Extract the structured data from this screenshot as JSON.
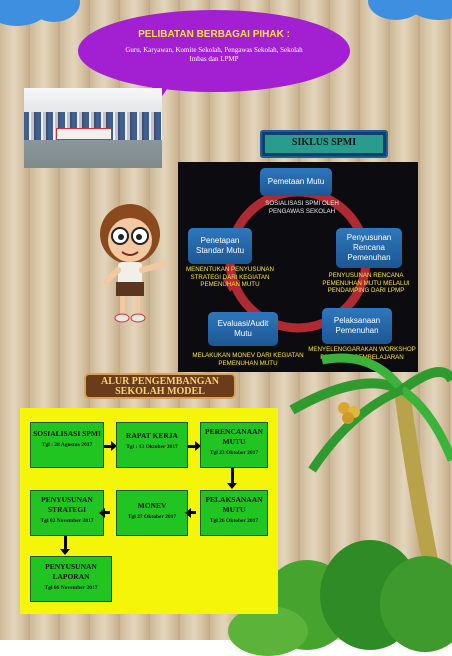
{
  "header": {
    "title": "PELIBATAN BERBAGAI PIHAK :",
    "subtitle": "Guru, Karyawan, Komite Sekolah, Pengawas Sekolah, Sekolah Imbas dan LPMP"
  },
  "siklus": {
    "title": "SIKLUS SPMI",
    "nodes": {
      "pemetaan": "Pemetaan Mutu",
      "penyusunan": "Penyusunan Rencana Pemenuhan",
      "pelaksanaan": "Pelaksanaan Pemenuhan",
      "evaluasi": "Evaluasi/Audit Mutu",
      "penetapan": "Penetapan Standar Mutu"
    },
    "annotations": {
      "pemetaan": "SOSIALISASI SPMI OLEH PENGAWAS SEKOLAH",
      "penyusunan": "PENYUSUNAN RENCANA PEMENUHAN MUTU MELALUI PENDAMPING DARI LPMP",
      "pelaksanaan": "MENYELENGGARAKAN WORKSHOP PENILAIAN PEMBELAJARAN",
      "evaluasi": "MELAKUKAN MONEV DARI KEGIATAN PEMENUHAN MUTU",
      "penetapan": "MENENTUKAN PENYUSUNAN STRATEGI DARI KEGIATAN PEMENUHAN MUTU"
    }
  },
  "alur": {
    "title": "ALUR PENGEMBANGAN SEKOLAH MODEL",
    "steps": [
      {
        "title": "SOSIALISASI SPMI",
        "date": "Tgl : 28 Agustus 2017"
      },
      {
        "title": "RAPAT KERJA",
        "date": "Tgl : 13 Oktober 2017"
      },
      {
        "title": "PERENCANAAN MUTU",
        "date": "Tgl 23 Oktober 2017"
      },
      {
        "title": "PENYUSUNAN STRATEGI",
        "date": "Tgl 02 November 2017"
      },
      {
        "title": "MONEV",
        "date": "Tgl 27 Oktober 2017"
      },
      {
        "title": "PELAKSANAAN MUTU",
        "date": "Tgl 26 Oktober 2017"
      },
      {
        "title": "PENYUSUNAN LAPORAN",
        "date": "Tgl 06 November 2017"
      }
    ]
  },
  "colors": {
    "bubble": "#a21fd2",
    "bubble_title": "#ffe23a",
    "cycle_node": "#2e77bd",
    "cycle_arrow": "#c8333a",
    "flow_box": "#21c521",
    "flow_panel": "#f5f50a",
    "cloud": "#3f8fe0"
  }
}
